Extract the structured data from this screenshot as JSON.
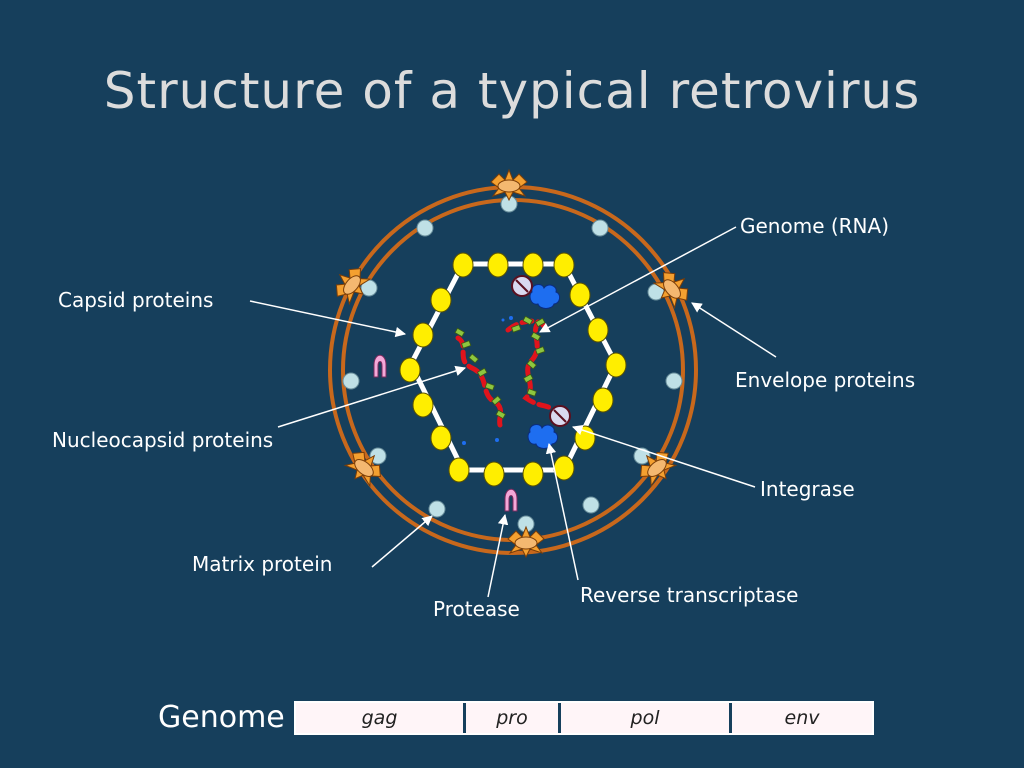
{
  "title": "Structure of a typical retrovirus",
  "labels": {
    "genome_rna": "Genome (RNA)",
    "capsid": "Capsid proteins",
    "envelope": "Envelope proteins",
    "nucleocapsid": "Nucleocapsid proteins",
    "integrase": "Integrase",
    "matrix": "Matrix protein",
    "protease": "Protease",
    "reverse_transcriptase": "Reverse transcriptase"
  },
  "genome": {
    "label": "Genome",
    "segments": [
      "gag",
      "pro",
      "pol",
      "env"
    ]
  },
  "colors": {
    "background": "#163f5c",
    "envelope_ring": "#c8681c",
    "capsid_protein": "#ffee00",
    "matrix_protein": "#bfe0e6",
    "rna": "#e0141c",
    "nucleocapsid": "#8dc63f",
    "reverse_transcriptase": "#1e6ef0",
    "protease": "#f4a8d8",
    "envelope_protein": "#f4b870"
  }
}
